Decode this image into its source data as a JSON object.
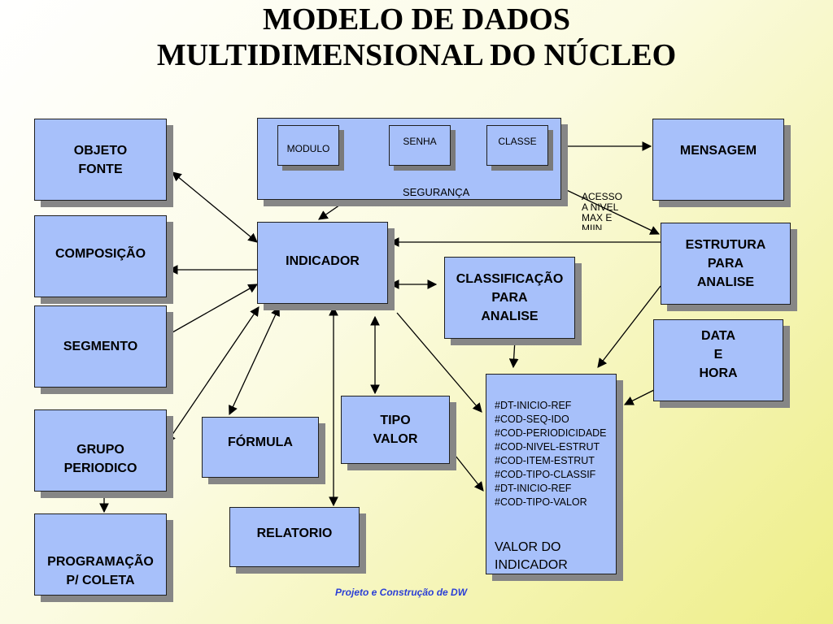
{
  "title": [
    "MODELO DE DADOS",
    "MULTIDIMENSIONAL DO NÚCLEO"
  ],
  "boxes": {
    "objeto_fonte": [
      "OBJETO",
      "FONTE"
    ],
    "composicao": [
      "COMPOSIÇÃO"
    ],
    "segmento": [
      "SEGMENTO"
    ],
    "grupo_periodico": [
      "GRUPO",
      "PERIODICO"
    ],
    "programacao": [
      "PROGRAMAÇÃO",
      "P/ COLETA"
    ],
    "indicador": [
      "INDICADOR"
    ],
    "formula": [
      "FÓRMULA"
    ],
    "relatorio": [
      "RELATORIO"
    ],
    "tipo_valor": [
      "TIPO",
      "VALOR"
    ],
    "classificacao": [
      "CLASSIFICAÇÃO",
      "PARA",
      "ANALISE"
    ],
    "mensagem": [
      "MENSAGEM"
    ],
    "estrutura": [
      "ESTRUTURA",
      "PARA",
      "ANALISE"
    ],
    "data_hora": [
      "DATA",
      "E",
      "HORA"
    ]
  },
  "seguranca": {
    "label": "SEGURANÇA",
    "modulo": "MODULO",
    "senha": "SENHA",
    "classe": "CLASSE"
  },
  "acesso_note": [
    "ACESSO",
    "A NIVEL",
    "MAX E",
    "MIIN"
  ],
  "valor_indicador": {
    "fields": [
      "#DT-INICIO-REF",
      "#COD-SEQ-IDO",
      "#COD-PERIODICIDADE",
      "#COD-NIVEL-ESTRUT",
      "#COD-ITEM-ESTRUT",
      "#COD-TIPO-CLASSIF",
      "#DT-INICIO-REF",
      "#COD-TIPO-VALOR"
    ],
    "label": [
      "VALOR DO",
      "INDICADOR"
    ]
  },
  "footer": "Projeto e Construção de DW"
}
